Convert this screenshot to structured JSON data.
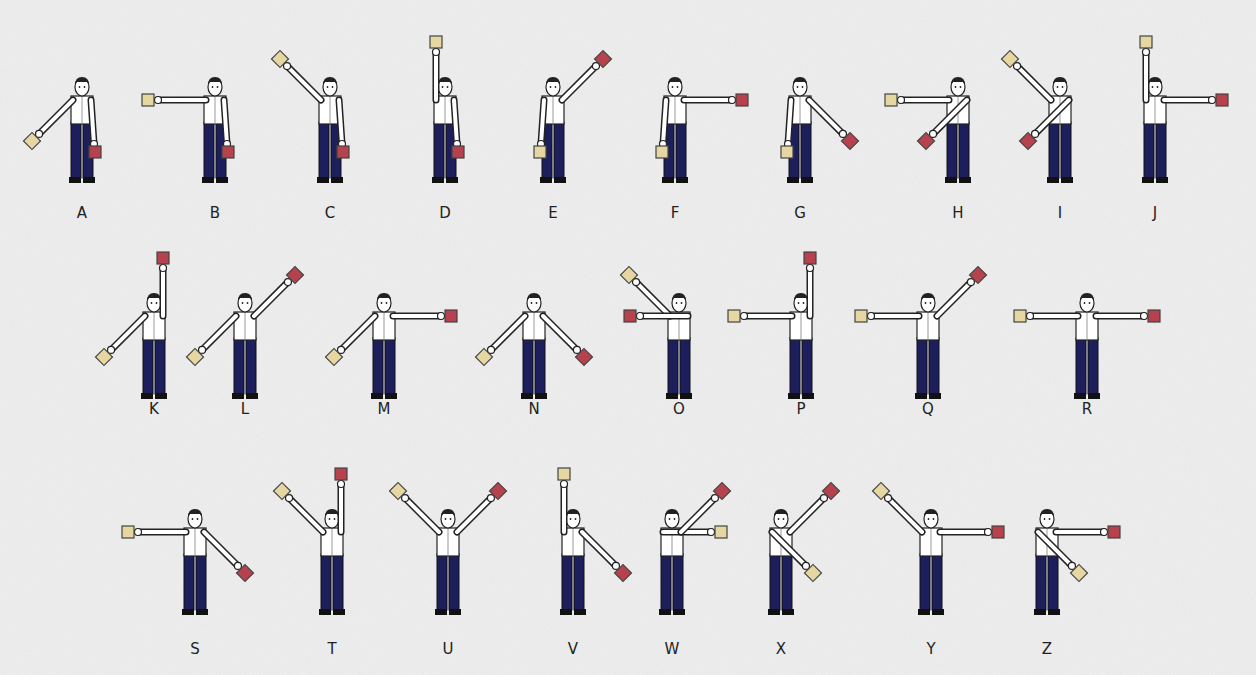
{
  "diagram": {
    "labels": [
      "A",
      "B",
      "C",
      "D",
      "E",
      "F",
      "G",
      "H",
      "I",
      "J",
      "K",
      "L",
      "M",
      "N",
      "O",
      "P",
      "Q",
      "R",
      "S",
      "T",
      "U",
      "V",
      "W",
      "X",
      "Y",
      "Z"
    ]
  }
}
